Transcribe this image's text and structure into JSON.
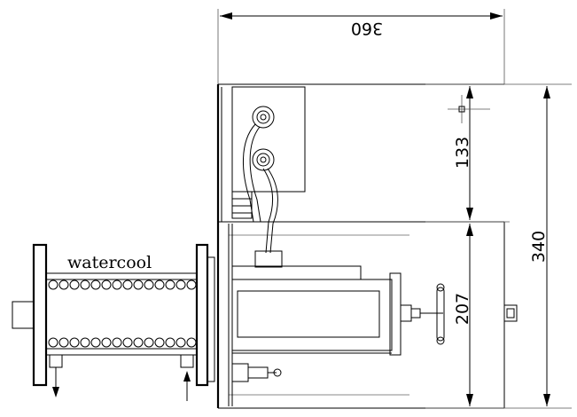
{
  "drawing": {
    "dim_top": "360",
    "dim_right_upper": "133",
    "dim_right_lower": "207",
    "dim_right_total": "340",
    "label": "watercool"
  }
}
